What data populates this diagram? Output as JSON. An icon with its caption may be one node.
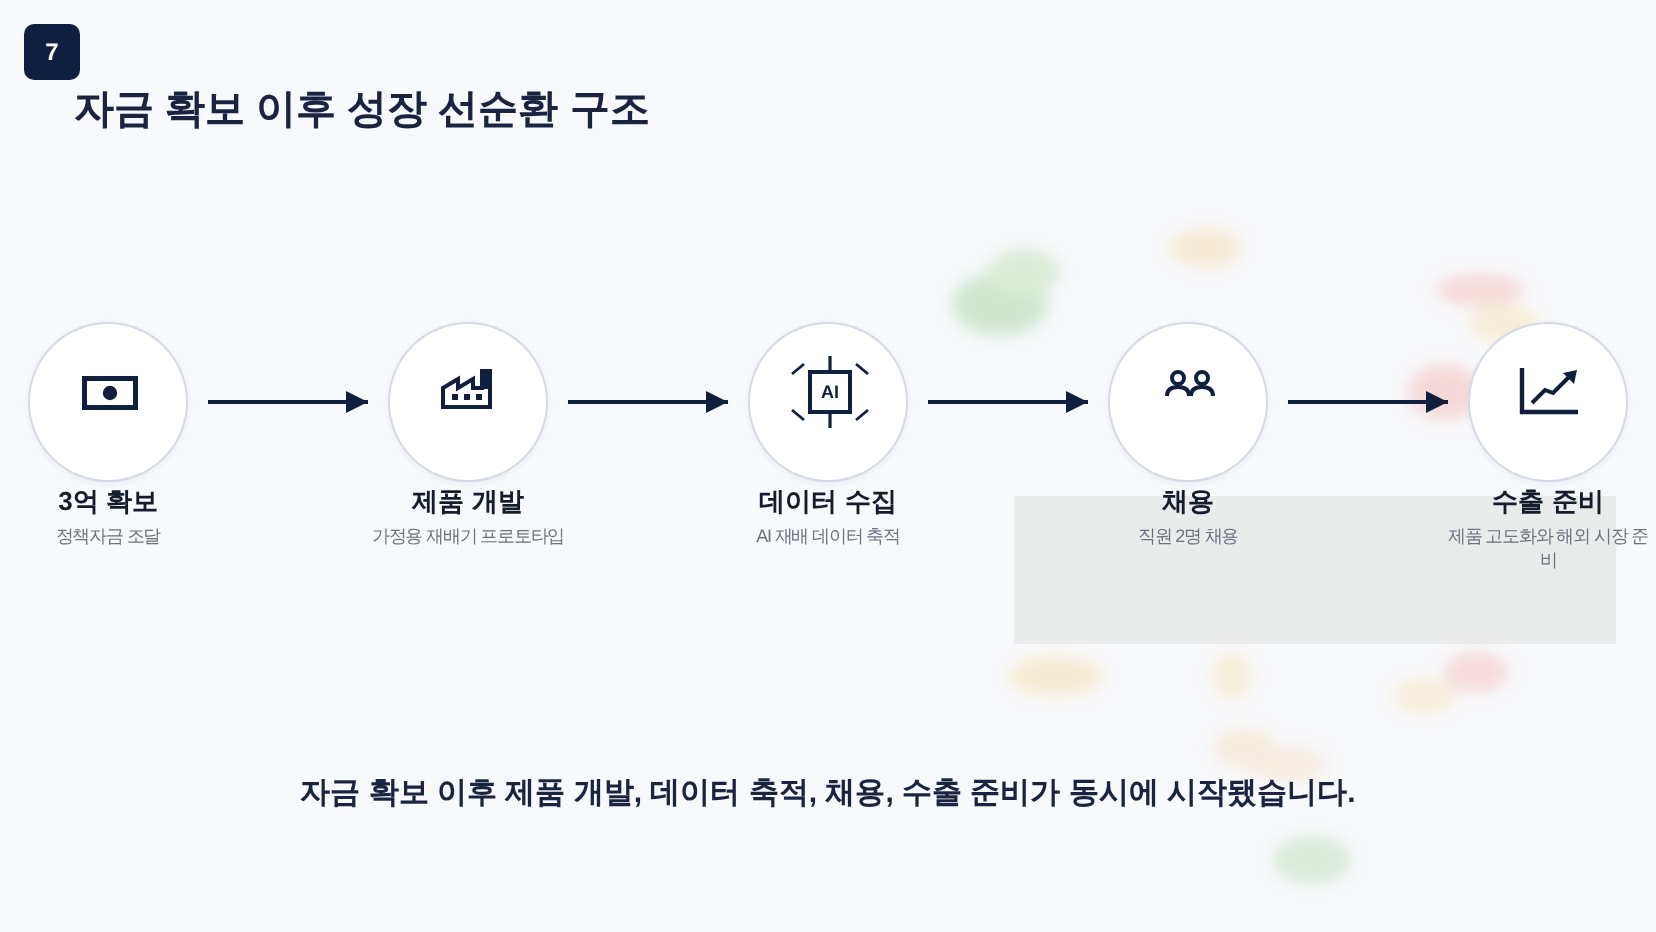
{
  "diagram": {
    "title": "자금 확보 이후 성장 선순환 구조",
    "nodes": [
      {
        "text": [
          "7"
        ]
      },
      {
        "text": [
          "3억 확보",
          "정책자금 조달"
        ]
      },
      {
        "text": [
          "제품 개발",
          "가정용 재배기 프로토타입"
        ]
      },
      {
        "text": [
          "데이터 수집",
          "AI 재배 데이터 축적"
        ]
      },
      {
        "text": [
          "AI"
        ],
        "in": 3
      },
      {
        "text": [
          "채용",
          "직원 2명 채용"
        ]
      },
      {
        "text": [
          "수출 준비",
          "제품 고도화와 해외 시장 준비"
        ]
      }
    ],
    "edges": [
      {
        "from": 1,
        "to": 2,
        "arrow": "to"
      },
      {
        "from": 2,
        "to": 3,
        "arrow": "to"
      },
      {
        "from": 3,
        "to": 5,
        "arrow": "to"
      },
      {
        "from": 5,
        "to": 6,
        "arrow": "to"
      }
    ],
    "labels": [
      "자금 확보 이후 제품 개발, 데이터 축적, 채용, 수출 준비가 동시에 시작됐습니다."
    ]
  }
}
